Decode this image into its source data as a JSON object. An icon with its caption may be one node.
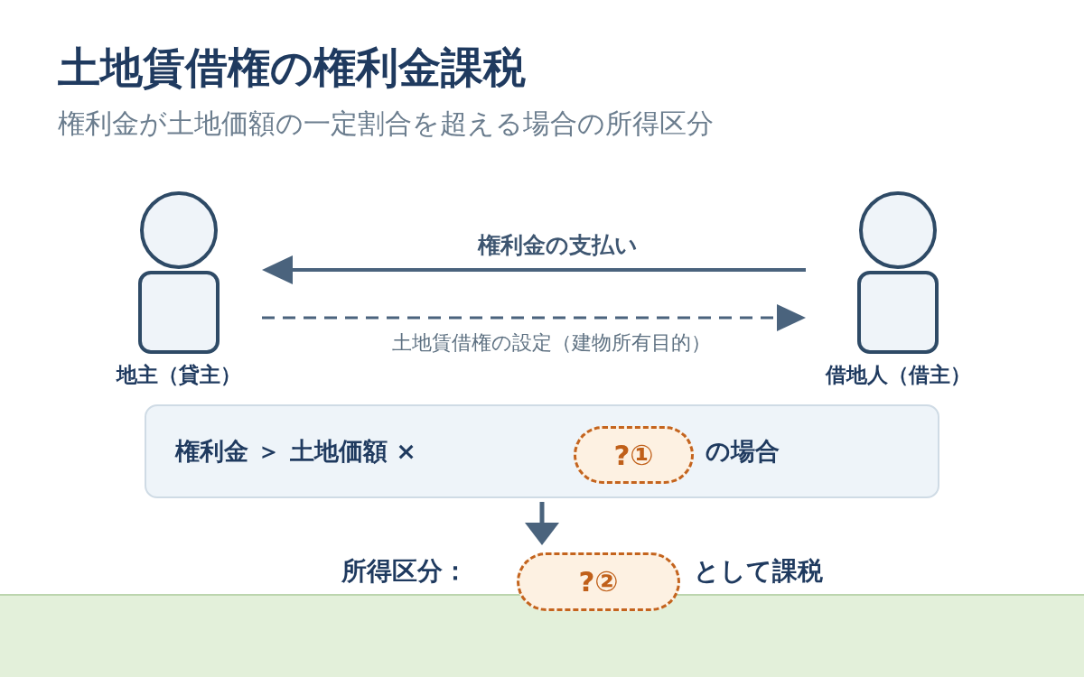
{
  "diagram": {
    "title": "土地賃借権の権利金課税",
    "nodes": [
      {
        "text": [
          "地主（貸主）"
        ]
      },
      {
        "text": [
          "借地人（借主）"
        ]
      },
      {
        "text": [
          "権利金 ＞ 土地価額 ×",
          "の場合"
        ]
      },
      {
        "text": [
          "?①"
        ],
        "in": 2
      },
      {
        "text": [
          "?②"
        ]
      }
    ],
    "edges": [
      {
        "from": 1,
        "to": 0,
        "arrow": "to",
        "label": "権利金の支払い"
      },
      {
        "from": 0,
        "to": 1,
        "arrow": "to",
        "label": "土地賃借権の設定（建物所有目的）",
        "style": "dashed"
      },
      {
        "from": 2,
        "to": 4,
        "arrow": "to"
      }
    ],
    "labels": [
      "権利金が土地価額の一定割合を超える場合の所得区分",
      "所得区分：",
      "として課税"
    ]
  }
}
